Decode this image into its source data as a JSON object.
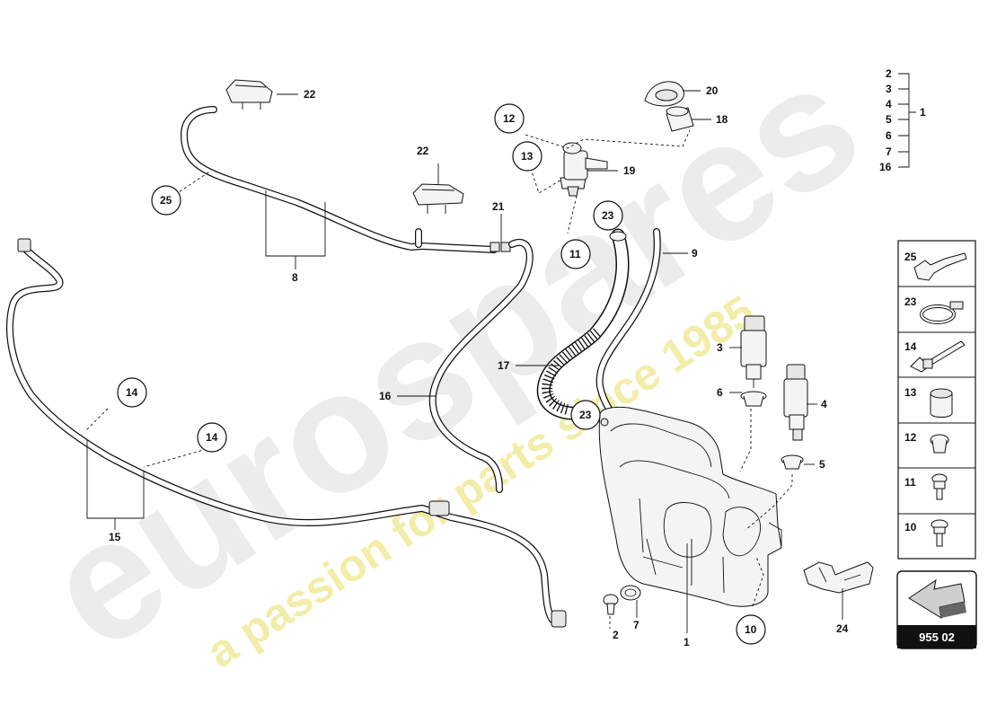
{
  "diagram": {
    "watermark_brand": "eurospares",
    "watermark_slogan": "a passion for parts since 1985",
    "page_code": "955 02",
    "callouts": [
      {
        "id": "c22a",
        "text": "22"
      },
      {
        "id": "c22b",
        "text": "22"
      },
      {
        "id": "c25",
        "text": "25"
      },
      {
        "id": "c8",
        "text": "8"
      },
      {
        "id": "c21",
        "text": "21"
      },
      {
        "id": "c12",
        "text": "12"
      },
      {
        "id": "c13",
        "text": "13"
      },
      {
        "id": "c19",
        "text": "19"
      },
      {
        "id": "c20",
        "text": "20"
      },
      {
        "id": "c18",
        "text": "18"
      },
      {
        "id": "c23a",
        "text": "23"
      },
      {
        "id": "c11",
        "text": "11"
      },
      {
        "id": "c9",
        "text": "9"
      },
      {
        "id": "c17",
        "text": "17"
      },
      {
        "id": "c16",
        "text": "16"
      },
      {
        "id": "c23b",
        "text": "23"
      },
      {
        "id": "c3",
        "text": "3"
      },
      {
        "id": "c6",
        "text": "6"
      },
      {
        "id": "c4",
        "text": "4"
      },
      {
        "id": "c5",
        "text": "5"
      },
      {
        "id": "c14a",
        "text": "14"
      },
      {
        "id": "c14b",
        "text": "14"
      },
      {
        "id": "c15",
        "text": "15"
      },
      {
        "id": "c2",
        "text": "2"
      },
      {
        "id": "c7",
        "text": "7"
      },
      {
        "id": "c1",
        "text": "1"
      },
      {
        "id": "c10",
        "text": "10"
      },
      {
        "id": "c24",
        "text": "24"
      }
    ],
    "group_list": [
      "2",
      "3",
      "4",
      "5",
      "6",
      "7",
      "16"
    ],
    "group_total": "1",
    "legend": [
      {
        "label": "25",
        "icon": "clip-icon"
      },
      {
        "label": "23",
        "icon": "hose-clamp-icon"
      },
      {
        "label": "14",
        "icon": "cable-tie-icon"
      },
      {
        "label": "13",
        "icon": "rubber-bush-icon"
      },
      {
        "label": "12",
        "icon": "nut-icon"
      },
      {
        "label": "11",
        "icon": "bolt-icon"
      },
      {
        "label": "10",
        "icon": "screw-icon"
      }
    ]
  }
}
